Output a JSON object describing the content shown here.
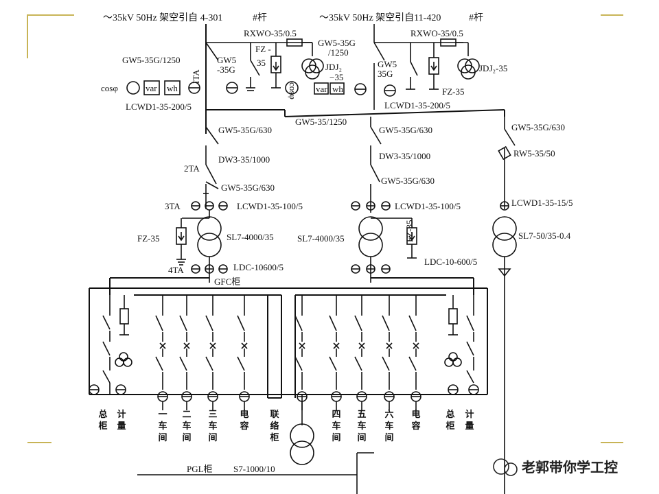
{
  "supply": {
    "left_line": "～35kV 50Hz 架空引自 4-301",
    "left_suffix": "#杆",
    "right_line": "～35kV 50Hz 架空引自11-420",
    "right_suffix": "#杆"
  },
  "labels": {
    "rxwo_left": "RXWO-35/0.5",
    "rxwo_right": "RXWO-35/0.5",
    "gw_left_top": "GW5-35G/1250",
    "gw5_35g_a": "GW5",
    "gw5_35g_b": "-35G",
    "fz_a": "FZ -",
    "fz_b": "35",
    "gw_right_top_a": "GW5-35G",
    "gw_right_top_b": "/1250",
    "jdj_left_a": "JDJ₂",
    "jdj_left_b": "−35",
    "gw5_r_a": "GW5",
    "gw5_r_b": "35G",
    "jdj_right": "JDJ₂-35",
    "fz35_right": "FZ-35",
    "cos_left": "cosφ",
    "cos_mid": "cosφ",
    "var": "var",
    "wh": "wh",
    "ita": "ITA",
    "lcwd_left": "LCWD1-35-200/5",
    "lcwd_right": "LCWD1-35-200/5",
    "gw1250_mid": "GW5-35/1250",
    "gw630_l1": "GW5-35G/630",
    "gw630_m1": "GW5-35G/630",
    "gw630_r1": "GW5-35G/630",
    "dw3_l": "DW3-35/1000",
    "dw3_m": "DW3-35/1000",
    "rw5": "RW5-35/50",
    "ta2": "2TA",
    "gw630_l2": "GW5-35G/630",
    "gw630_m2": "GW5-35G/630",
    "ta3": "3TA",
    "lcwd100_l": "LCWD1-35-100/5",
    "lcwd100_m": "LCWD1-35-100/5",
    "lcwd15_r": "LCWD1-35-15/5",
    "fz35_l": "FZ-35",
    "sl7_l": "SL7-4000/35",
    "sl7_m": "SL7-4000/35",
    "fz35_m": "FZ-35",
    "sl7_r": "SL7-50/35-0.4",
    "ta4": "4TA",
    "ldc_l": "LDC-10600/5",
    "ldc_m": "LDC-10-600/5",
    "gfc": "GFC柜",
    "pgl": "PGL柜",
    "s7": "S7-1000/10"
  },
  "feeders": [
    {
      "text": "总柜"
    },
    {
      "text": "计量"
    },
    {
      "text": "一车间"
    },
    {
      "text": "二车间"
    },
    {
      "text": "三车间"
    },
    {
      "text": "电容"
    },
    {
      "text": "联络柜"
    },
    {
      "text": "四车间"
    },
    {
      "text": "五车间"
    },
    {
      "text": "六车间"
    },
    {
      "text": "电容"
    },
    {
      "text": "总柜"
    },
    {
      "text": "计量"
    }
  ],
  "watermark": "老郭带你学工控",
  "colors": {
    "frame": "#c8b456",
    "ink": "#111111"
  }
}
